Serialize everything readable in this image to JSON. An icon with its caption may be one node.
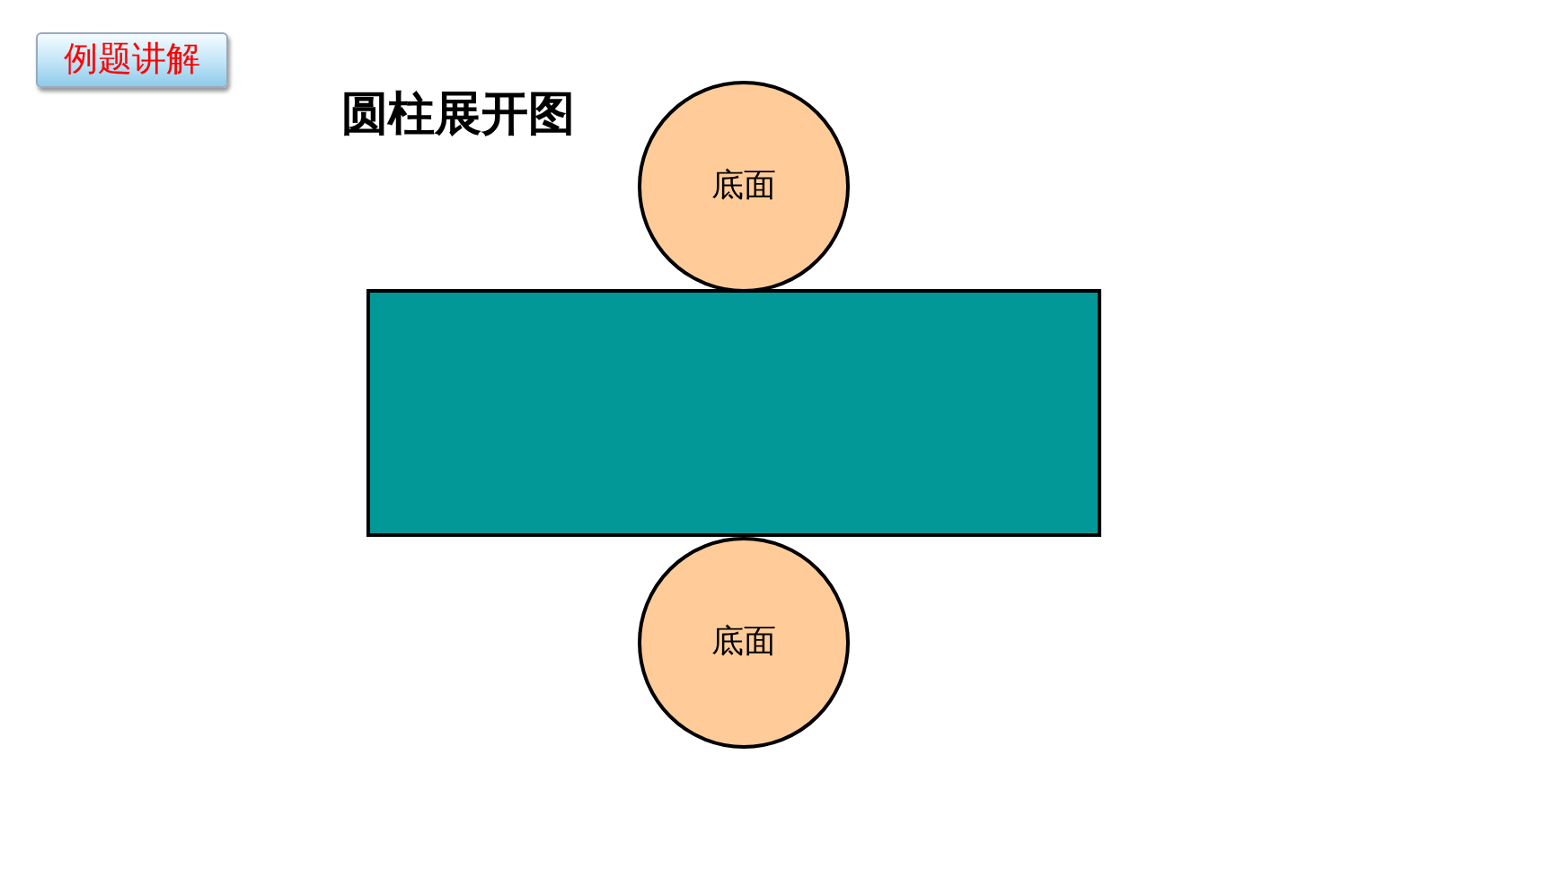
{
  "diagram": {
    "title": "圆柱展开图",
    "nodes": [
      {
        "text": [
          "例题讲解"
        ]
      },
      {
        "text": [
          "底面"
        ]
      },
      {
        "text": [],
        "shape": "box"
      },
      {
        "text": [
          "底面"
        ]
      }
    ]
  }
}
